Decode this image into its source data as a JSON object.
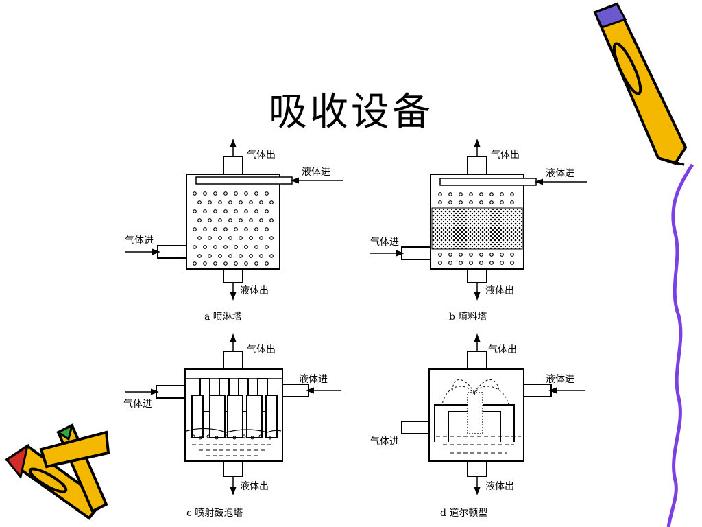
{
  "slide": {
    "title": "吸收设备"
  },
  "labels": {
    "gas_out": "气体出",
    "liquid_in": "液体进",
    "gas_in": "气体进",
    "liquid_out": "液体出"
  },
  "captions": {
    "a": "a  喷淋塔",
    "b": "b  填料塔",
    "c": "c  喷射鼓泡塔",
    "d": "d  道尔顿型"
  },
  "colors": {
    "pencil_body": "#f5b800",
    "pencil_outline": "#000000",
    "squiggle": "#7b3fe4",
    "eraser": "#6a5acd"
  }
}
